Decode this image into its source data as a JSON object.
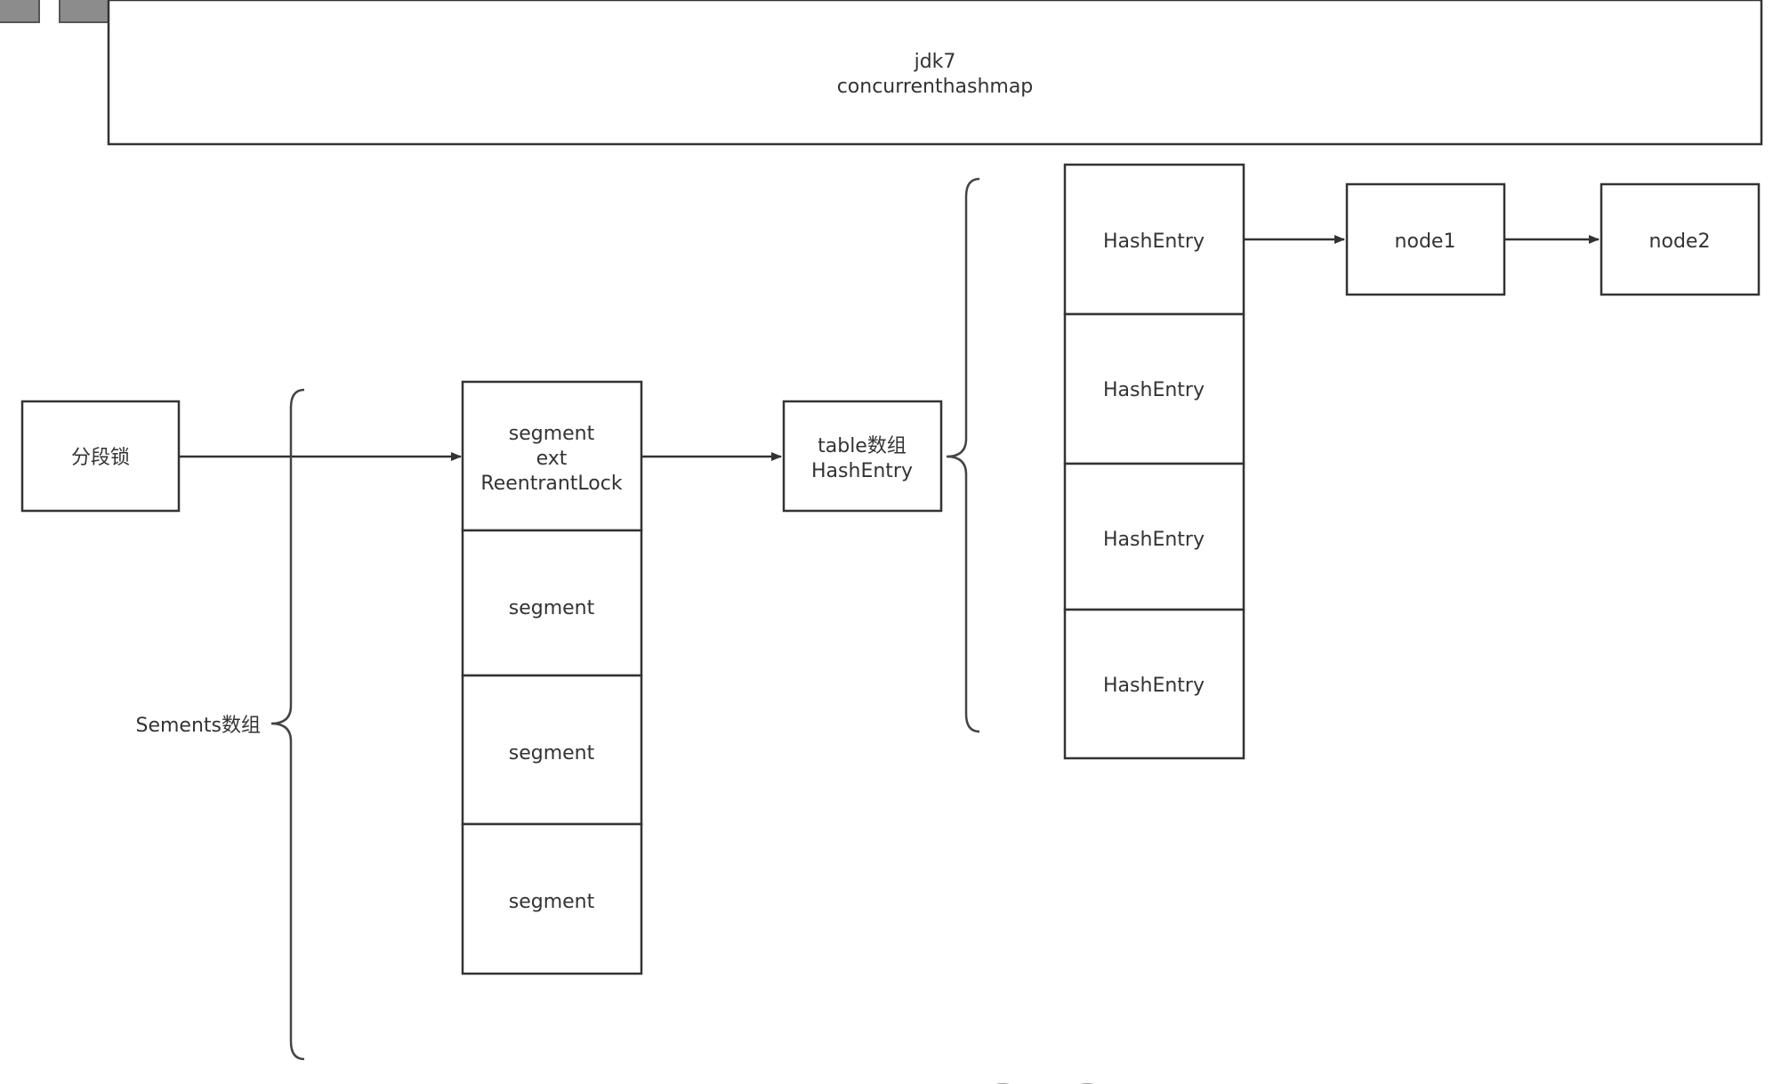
{
  "colors": {
    "stroke": "#333333",
    "text": "#333333",
    "background": "#ffffff",
    "toolbar_fill": "#8c8c8c"
  },
  "title": {
    "line1": "jdk7",
    "line2": "concurrenthashmap"
  },
  "lock": {
    "label": "分段锁"
  },
  "segments": {
    "brace_label": "Sements数组",
    "first": {
      "line1": "segment",
      "line2": "ext",
      "line3": "ReentrantLock"
    },
    "items": [
      "segment",
      "segment",
      "segment"
    ]
  },
  "table": {
    "line1": "table数组",
    "line2": "HashEntry"
  },
  "hash_entries": [
    "HashEntry",
    "HashEntry",
    "HashEntry",
    "HashEntry"
  ],
  "chain": {
    "node1": "node1",
    "node2": "node2"
  }
}
